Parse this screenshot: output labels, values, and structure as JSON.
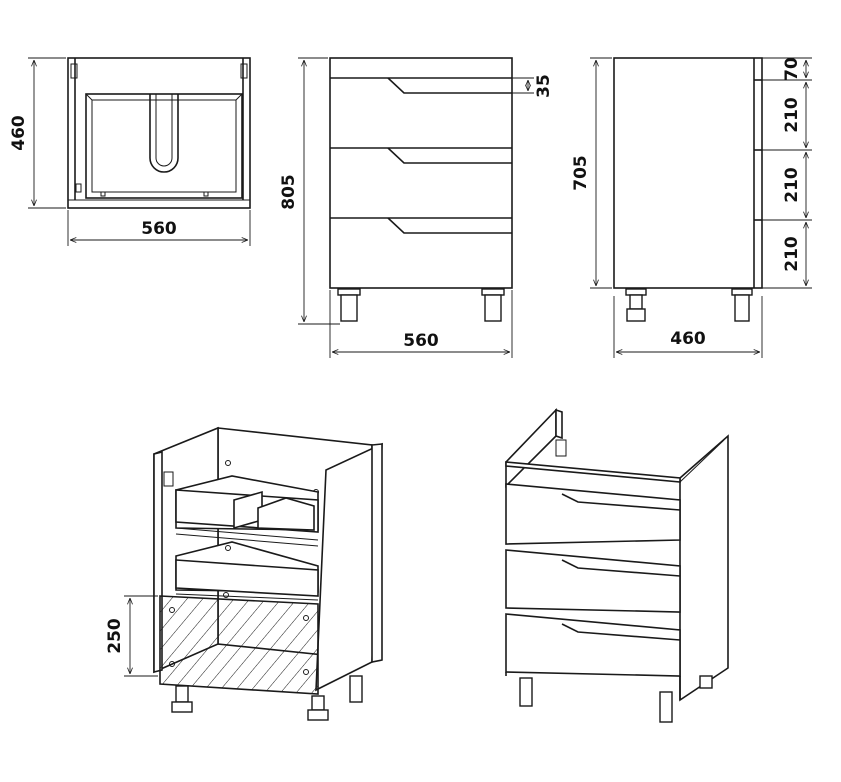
{
  "dimensions": {
    "top_view": {
      "height": "460",
      "width": "560"
    },
    "front_view": {
      "height": "805",
      "width": "560",
      "drawer_gap": "35"
    },
    "side_view": {
      "height": "705",
      "width": "460",
      "seg1": "70",
      "seg2": "210",
      "seg3": "210",
      "seg4": "210"
    },
    "open_view": {
      "drawer_height": "250"
    }
  },
  "colors": {
    "line": "#1a1a1a",
    "background": "#ffffff"
  }
}
